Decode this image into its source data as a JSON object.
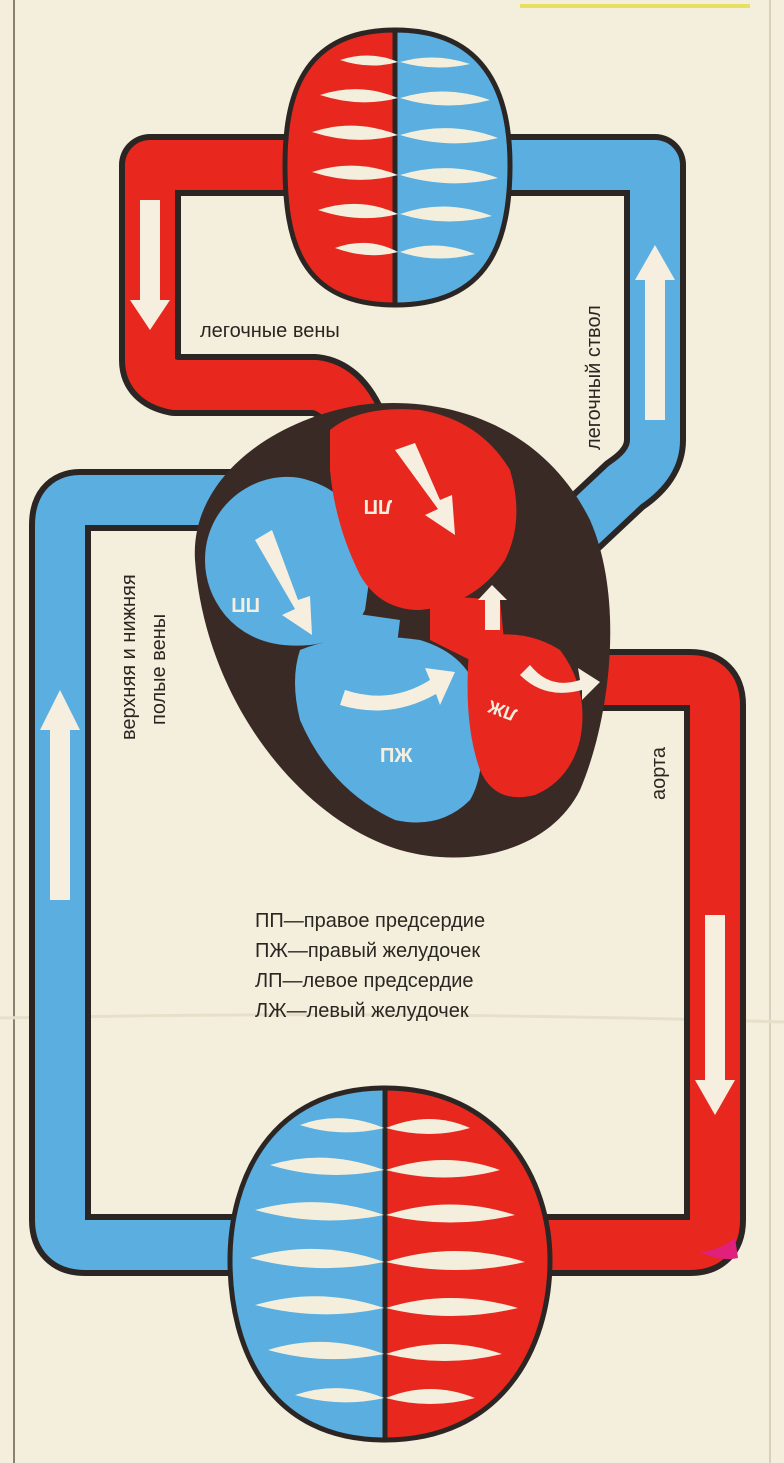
{
  "labels": {
    "pulmonary_veins": "легочные вены",
    "pulmonary_trunk": "легочный ствол",
    "venae_cavae_line1": "верхняя и нижняя",
    "venae_cavae_line2": "полые вены",
    "aorta": "аорта"
  },
  "chambers": {
    "left_atrium": "ЛП",
    "right_atrium": "ПП",
    "right_ventricle": "ПЖ",
    "left_ventricle": "ЛЖ"
  },
  "legend": [
    "ПП—правое предсердие",
    "ПЖ—правый желудочек",
    "ЛП—левое предсердие",
    "ЛЖ—левый желудочек"
  ],
  "colors": {
    "oxygenated": "#e8281e",
    "deoxygenated": "#5aaee0",
    "outline": "#2b2624",
    "paper": "#f4efdc",
    "arrow": "#f6efe0"
  }
}
